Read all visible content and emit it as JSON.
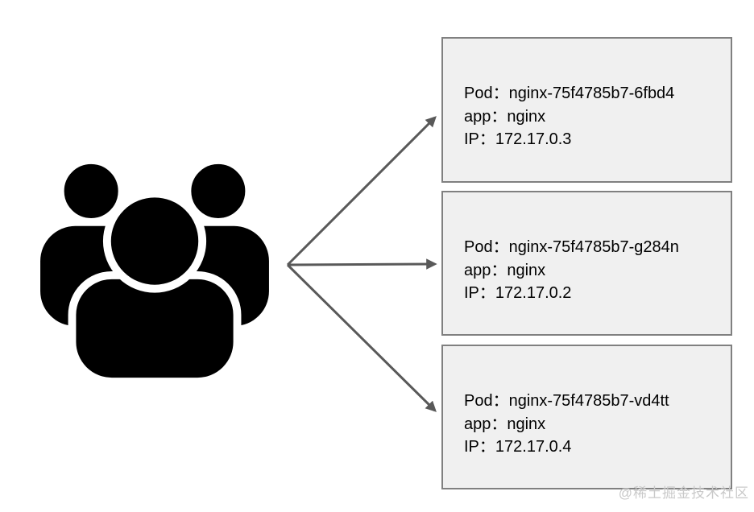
{
  "diagram": {
    "icons": {
      "users": "users-group-icon"
    },
    "colors": {
      "background": "#ffffff",
      "box_fill": "#f0f0f0",
      "box_border": "#808080",
      "arrow": "#595959",
      "icon": "#000000",
      "text": "#000000",
      "watermark": "#c9c9c9"
    },
    "pods": [
      {
        "lines": [
          "Pod：nginx-75f4785b7-6fbd4",
          "app：nginx",
          "IP：172.17.0.3"
        ]
      },
      {
        "lines": [
          "Pod：nginx-75f4785b7-g284n",
          "app：nginx",
          "IP：172.17.0.2"
        ]
      },
      {
        "lines": [
          "Pod：nginx-75f4785b7-vd4tt",
          "app：nginx",
          "IP：172.17.0.4"
        ]
      }
    ],
    "watermark": "@稀土掘金技术社区"
  }
}
